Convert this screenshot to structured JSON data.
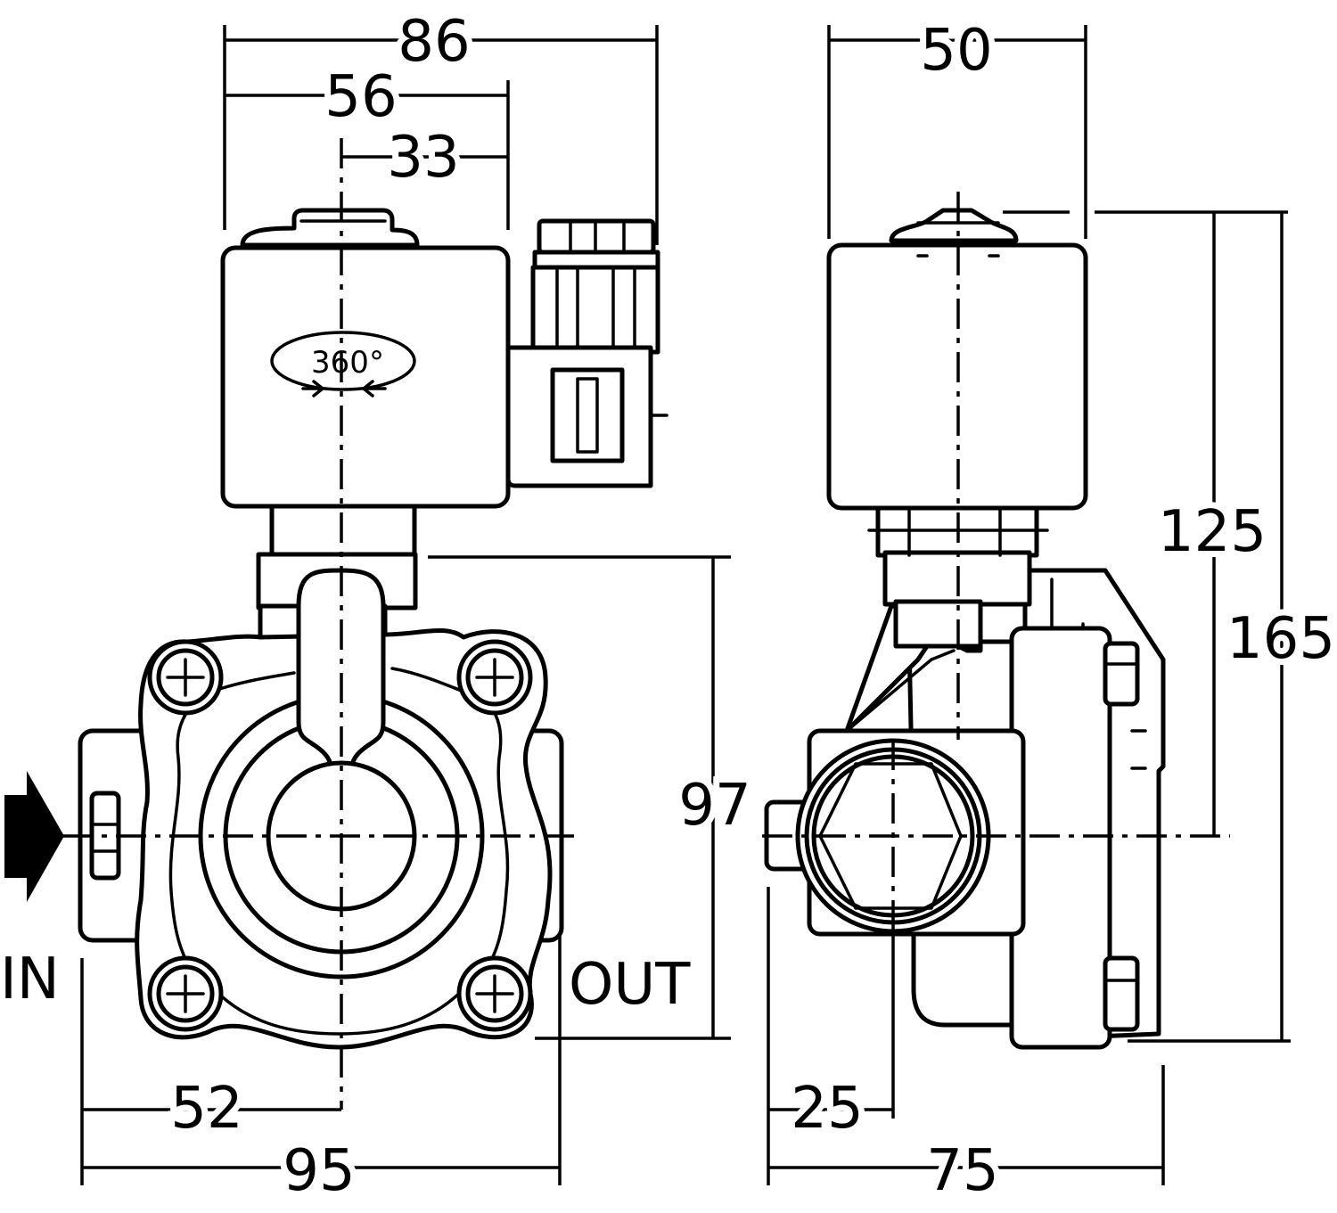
{
  "dimensions": {
    "d86": "86",
    "d56": "56",
    "d33": "33",
    "d50": "50",
    "d125": "125",
    "d165": "165",
    "d97": "97",
    "d52": "52",
    "d95": "95",
    "d25": "25",
    "d75": "75"
  },
  "labels": {
    "inlet": "IN",
    "outlet": "OUT",
    "rotation": "360°"
  }
}
